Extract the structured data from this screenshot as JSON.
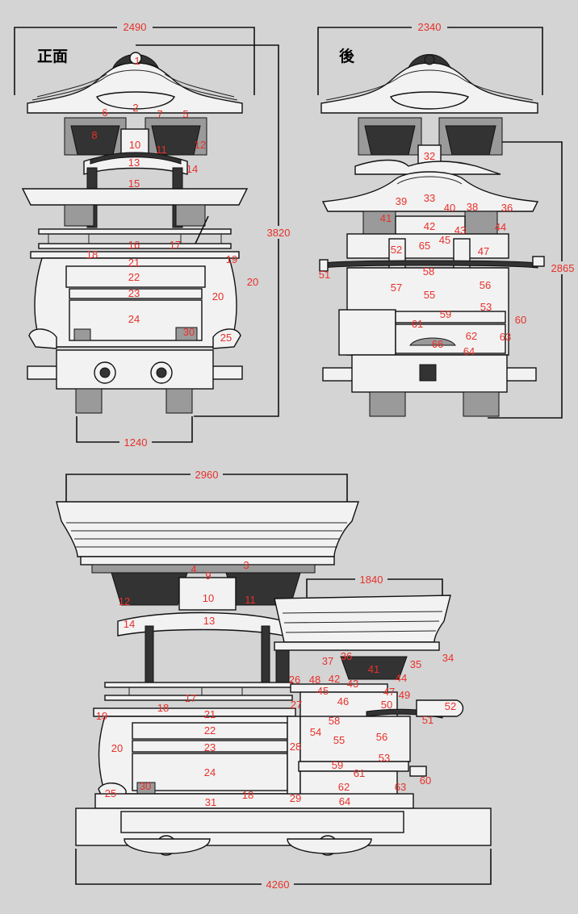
{
  "views": {
    "front": {
      "title": "正面"
    },
    "rear": {
      "title": "後"
    }
  },
  "dimensions": {
    "front_width": "2490",
    "front_height": "3820",
    "front_wheelbase": "1240",
    "rear_width": "2340",
    "rear_height": "2865",
    "side_roof_width": "2960",
    "side_rear_roof_width": "1840",
    "side_length": "4260"
  },
  "labels": {
    "front": [
      "1",
      "2",
      "6",
      "7",
      "5",
      "8",
      "10",
      "11",
      "12",
      "13",
      "14",
      "15",
      "16",
      "17",
      "18",
      "21",
      "19",
      "22",
      "23",
      "20",
      "20",
      "24",
      "30",
      "25"
    ],
    "rear": [
      "32",
      "39",
      "33",
      "40",
      "38",
      "36",
      "41",
      "42",
      "43",
      "44",
      "45",
      "52",
      "65",
      "47",
      "51",
      "58",
      "57",
      "55",
      "56",
      "59",
      "53",
      "61",
      "60",
      "62",
      "63",
      "66",
      "64"
    ],
    "side": [
      "4",
      "3",
      "9",
      "12",
      "10",
      "11",
      "13",
      "14",
      "36",
      "34",
      "37",
      "41",
      "35",
      "44",
      "26",
      "48",
      "42",
      "43",
      "45",
      "46",
      "47",
      "49",
      "17",
      "18",
      "27",
      "50",
      "52",
      "21",
      "51",
      "58",
      "19",
      "54",
      "22",
      "55",
      "56",
      "20",
      "23",
      "28",
      "53",
      "59",
      "61",
      "60",
      "24",
      "30",
      "62",
      "63",
      "25",
      "18",
      "31",
      "29",
      "64"
    ]
  },
  "colors": {
    "label": "#e8302a",
    "background": "#d4d4d4",
    "line": "#111111"
  }
}
